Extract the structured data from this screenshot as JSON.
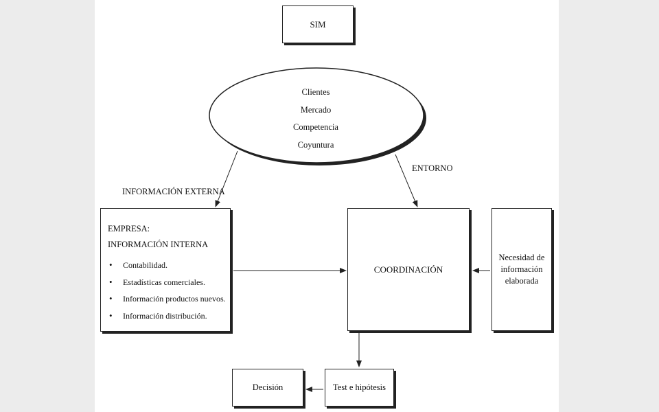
{
  "title": "SIM",
  "environment": {
    "items": [
      "Clientes",
      "Mercado",
      "Competencia",
      "Coyuntura"
    ]
  },
  "labels": {
    "external_info": "INFORMACIÓN EXTERNA",
    "environment": "ENTORNO"
  },
  "company": {
    "heading_1": "EMPRESA:",
    "heading_2": "INFORMACIÓN INTERNA",
    "items": [
      "Contabilidad.",
      "Estadísticas comerciales.",
      "Información productos nuevos.",
      "Información distribución."
    ]
  },
  "coordination": "COORDINACIÓN",
  "need": {
    "line_1": "Necesidad de",
    "line_2": "información",
    "line_3": "elaborada"
  },
  "test": "Test e hipótesis",
  "decision": "Decisión"
}
